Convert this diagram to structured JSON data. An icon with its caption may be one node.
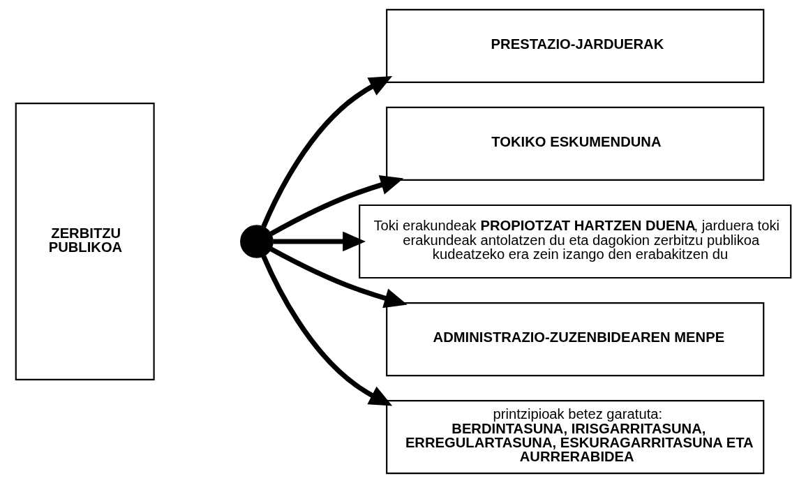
{
  "diagram": {
    "nodes": [
      {
        "text": [
          "ZERBITZU PUBLIKOA"
        ]
      },
      {
        "text": [],
        "shape": "circle"
      },
      {
        "text": [
          "PRESTAZIO-JARDUERAK"
        ]
      },
      {
        "text": [
          "TOKIKO ESKUMENDUNA"
        ]
      },
      {
        "text": [
          "Toki erakundeak **PROPIOTZAT HARTZEN DUENA**, jarduera toki erakundeak antolatzen du eta dagokion zerbitzu publikoa kudeatzeko era zein izango den erabakitzen du"
        ]
      },
      {
        "text": [
          "ADMINISTRAZIO-ZUZENBIDEAREN MENPE"
        ]
      },
      {
        "text": [
          "printzipioak betez garatuta: **BERDINTASUNA, IRISGARRITASUNA, ERREGULARTASUNA, ESKURAGARRITASUNA ETA AURRERABIDEA**"
        ]
      }
    ],
    "edges": [
      {
        "from": 1,
        "to": 2,
        "arrow": "to"
      },
      {
        "from": 1,
        "to": 3,
        "arrow": "to"
      },
      {
        "from": 1,
        "to": 4,
        "arrow": "to"
      },
      {
        "from": 1,
        "to": 5,
        "arrow": "to"
      },
      {
        "from": 1,
        "to": 6,
        "arrow": "to"
      }
    ]
  }
}
